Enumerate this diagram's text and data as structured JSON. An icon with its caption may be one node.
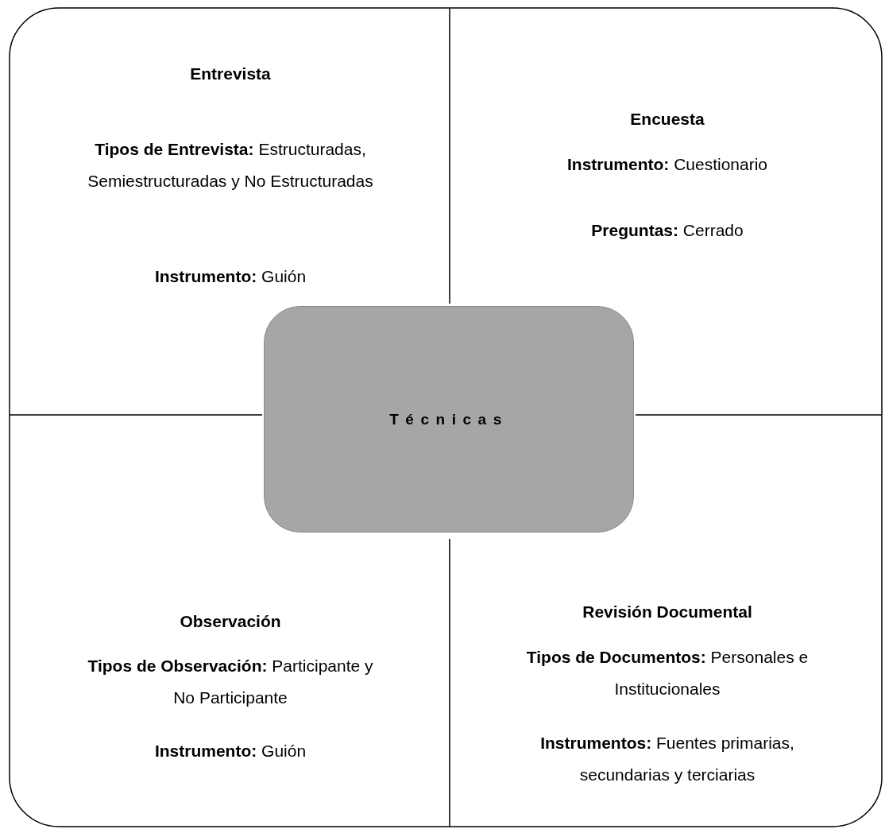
{
  "diagram": {
    "nodes": [
      {
        "text": [
          "Entrevista",
          "**Tipos de Entrevista:** Estructuradas, Semiestructuradas y No Estructuradas",
          "**Instrumento:** Guión"
        ]
      },
      {
        "text": [
          "Encuesta",
          "**Instrumento:** Cuestionario",
          "**Preguntas:** Cerrado"
        ]
      },
      {
        "text": [
          "Técnicas"
        ]
      },
      {
        "text": [
          "Observación",
          "**Tipos de Observación:** Participante y No Participante",
          "**Instrumento:** Guión"
        ]
      },
      {
        "text": [
          "Revisión Documental",
          "**Tipos de Documentos:** Personales e Institucionales",
          "**Instrumentos:** Fuentes primarias, secundarias y terciarias"
        ]
      }
    ]
  }
}
